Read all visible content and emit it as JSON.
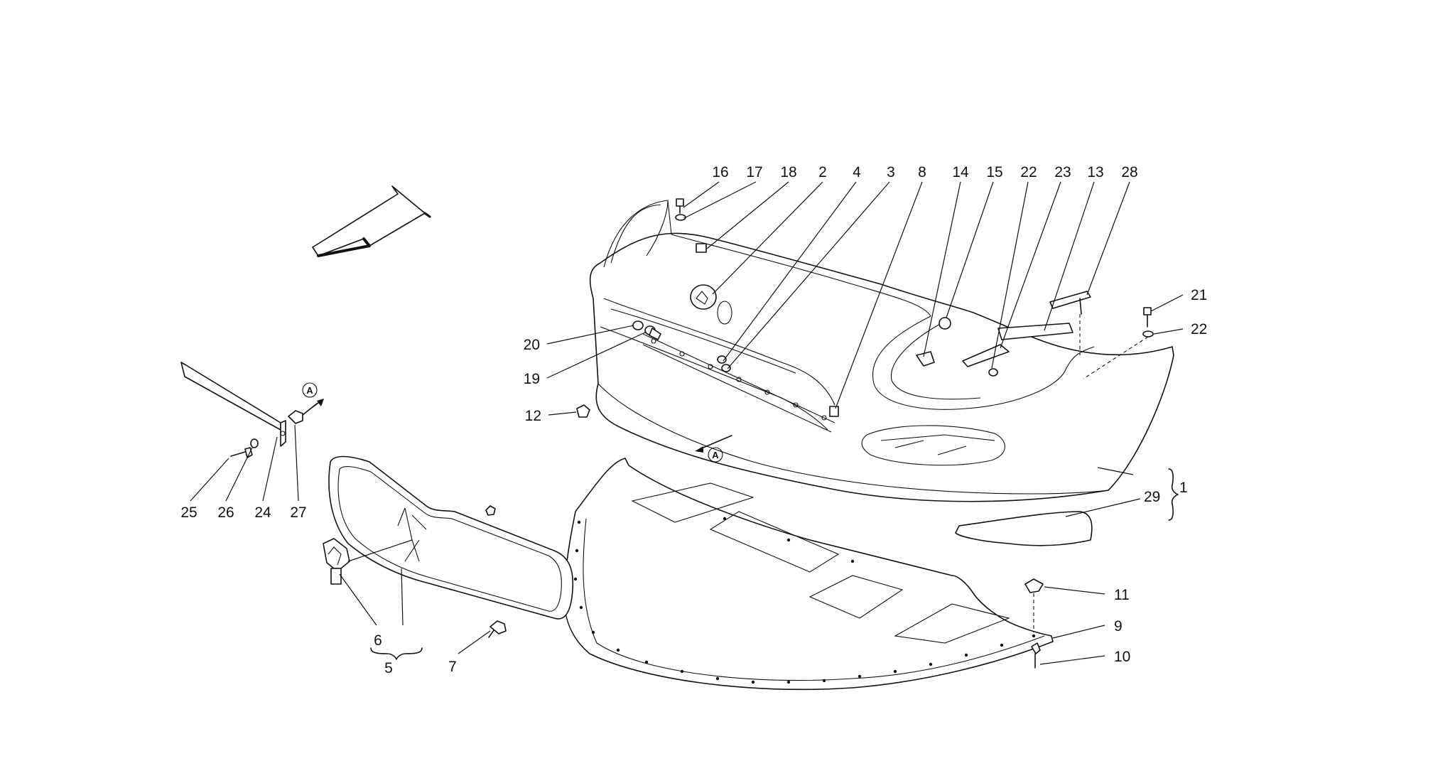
{
  "diagram": {
    "direction_marker": "A",
    "callouts": {
      "c1": "1",
      "c2": "2",
      "c3": "3",
      "c4": "4",
      "c5": "5",
      "c6": "6",
      "c7": "7",
      "c8": "8",
      "c9": "9",
      "c10": "10",
      "c11": "11",
      "c12": "12",
      "c13": "13",
      "c14": "14",
      "c15": "15",
      "c16": "16",
      "c17": "17",
      "c18": "18",
      "c19": "19",
      "c20": "20",
      "c21": "21",
      "c22a": "22",
      "c22b": "22",
      "c23": "23",
      "c24": "24",
      "c25": "25",
      "c26": "26",
      "c27": "27",
      "c28": "28",
      "c29": "29"
    }
  }
}
